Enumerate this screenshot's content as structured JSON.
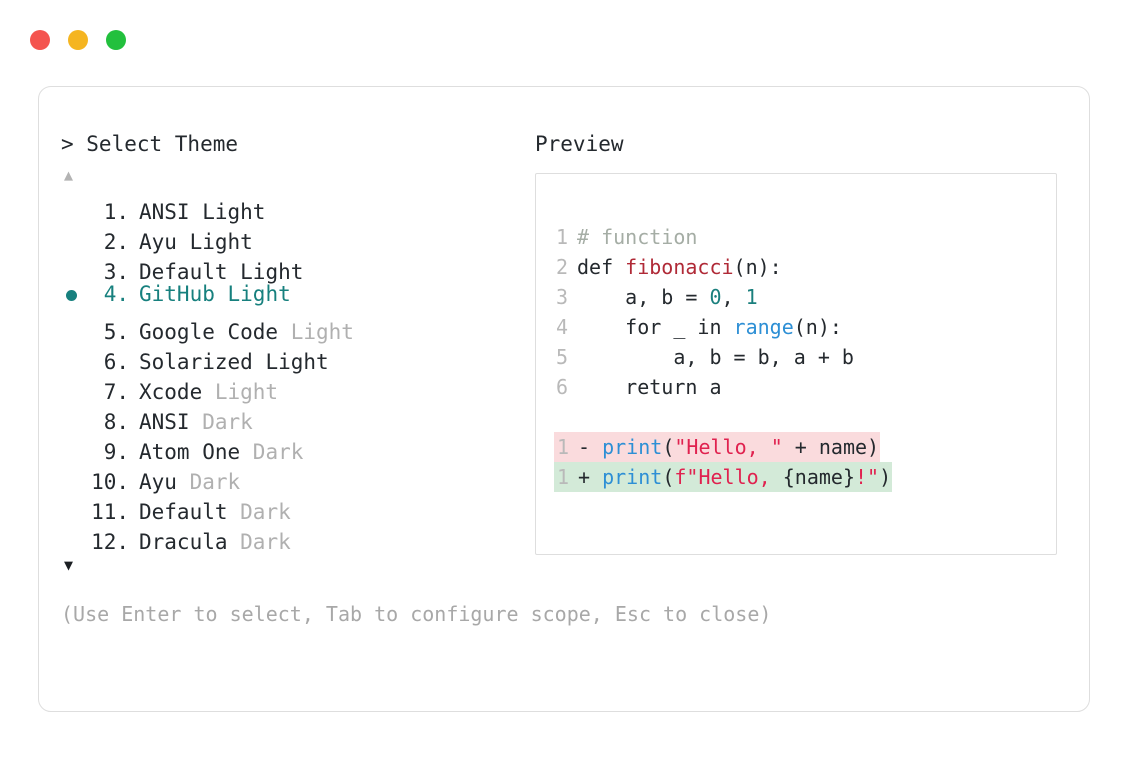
{
  "window": {
    "buttons": [
      {
        "name": "close",
        "color": "#f4544f"
      },
      {
        "name": "minimize",
        "color": "#f5b521"
      },
      {
        "name": "maximize",
        "color": "#22c03d"
      }
    ]
  },
  "prompt": {
    "text": "> Select Theme",
    "scroll_up": "▲",
    "scroll_down": "▼"
  },
  "theme_list": {
    "selected_index": 4,
    "items": [
      {
        "number": " 1.",
        "name": "ANSI",
        "variant": "Light",
        "variant_dim": false,
        "selected": false
      },
      {
        "number": " 2.",
        "name": "Ayu",
        "variant": "Light",
        "variant_dim": false,
        "selected": false
      },
      {
        "number": " 3.",
        "name": "Default",
        "variant": "Light",
        "variant_dim": false,
        "selected": false
      },
      {
        "number": " 4.",
        "name": "GitHub",
        "variant": "Light",
        "variant_dim": false,
        "selected": true
      },
      {
        "number": " 5.",
        "name": "Google Code",
        "variant": "Light",
        "variant_dim": true,
        "selected": false
      },
      {
        "number": " 6.",
        "name": "Solarized",
        "variant": "Light",
        "variant_dim": false,
        "selected": false
      },
      {
        "number": " 7.",
        "name": "Xcode",
        "variant": "Light",
        "variant_dim": true,
        "selected": false
      },
      {
        "number": " 8.",
        "name": "ANSI",
        "variant": "Dark",
        "variant_dim": true,
        "selected": false
      },
      {
        "number": " 9.",
        "name": "Atom One",
        "variant": "Dark",
        "variant_dim": true,
        "selected": false
      },
      {
        "number": "10.",
        "name": "Ayu",
        "variant": "Dark",
        "variant_dim": true,
        "selected": false
      },
      {
        "number": "11.",
        "name": "Default",
        "variant": "Dark",
        "variant_dim": true,
        "selected": false
      },
      {
        "number": "12.",
        "name": "Dracula",
        "variant": "Dark",
        "variant_dim": true,
        "selected": false
      }
    ]
  },
  "hint": "(Use Enter to select, Tab to configure scope, Esc to close)",
  "preview": {
    "title": "Preview",
    "code_lines": [
      {
        "num": "1",
        "tokens": [
          {
            "t": "# function",
            "c": "comment"
          }
        ]
      },
      {
        "num": "2",
        "tokens": [
          {
            "t": "def ",
            "c": "plain"
          },
          {
            "t": "fibonacci",
            "c": "func"
          },
          {
            "t": "(n):",
            "c": "plain"
          }
        ]
      },
      {
        "num": "3",
        "tokens": [
          {
            "t": "    a, b = ",
            "c": "plain"
          },
          {
            "t": "0",
            "c": "num"
          },
          {
            "t": ", ",
            "c": "plain"
          },
          {
            "t": "1",
            "c": "num"
          }
        ]
      },
      {
        "num": "4",
        "tokens": [
          {
            "t": "    for _ in ",
            "c": "plain"
          },
          {
            "t": "range",
            "c": "builtin"
          },
          {
            "t": "(n):",
            "c": "plain"
          }
        ]
      },
      {
        "num": "5",
        "tokens": [
          {
            "t": "        a, b = b, a + b",
            "c": "plain"
          }
        ]
      },
      {
        "num": "6",
        "tokens": [
          {
            "t": "    return a",
            "c": "plain"
          }
        ]
      }
    ],
    "diff_lines": [
      {
        "num": "1",
        "sign": "-",
        "type": "removed",
        "tokens": [
          {
            "t": "print",
            "c": "builtin"
          },
          {
            "t": "(",
            "c": "plain"
          },
          {
            "t": "\"Hello, \"",
            "c": "string"
          },
          {
            "t": " + name)",
            "c": "plain"
          }
        ]
      },
      {
        "num": "1",
        "sign": "+",
        "type": "added",
        "tokens": [
          {
            "t": "print",
            "c": "builtin"
          },
          {
            "t": "(",
            "c": "plain"
          },
          {
            "t": "f\"Hello, ",
            "c": "string"
          },
          {
            "t": "{name}",
            "c": "plain"
          },
          {
            "t": "!\"",
            "c": "string"
          },
          {
            "t": ")",
            "c": "plain"
          }
        ]
      }
    ]
  },
  "colors": {
    "accent_teal": "#17807e",
    "diff_removed_bg": "#fadbdd",
    "diff_added_bg": "#d3ead8",
    "string": "#e0224f",
    "builtin": "#2d8fd5",
    "function": "#b02a37",
    "comment": "#a5ada5",
    "dim_text": "#b0b0b0",
    "border": "#dedede"
  }
}
